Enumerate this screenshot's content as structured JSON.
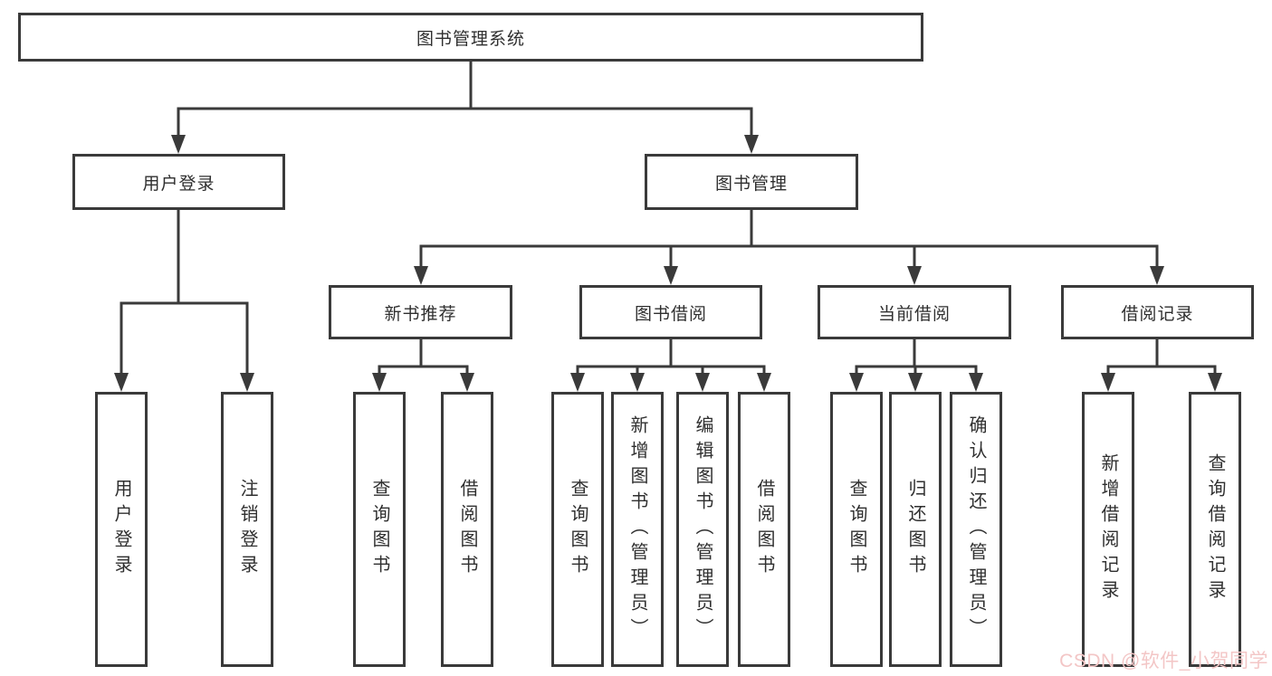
{
  "tree": {
    "root": {
      "label": "图书管理系统",
      "children": [
        {
          "label": "用户登录",
          "children": [
            {
              "label": "用户登录"
            },
            {
              "label": "注销登录"
            }
          ]
        },
        {
          "label": "图书管理",
          "children": [
            {
              "label": "新书推荐",
              "children": [
                {
                  "label": "查询图书"
                },
                {
                  "label": "借阅图书"
                }
              ]
            },
            {
              "label": "图书借阅",
              "children": [
                {
                  "label": "查询图书"
                },
                {
                  "label": "新增图书（管理员）"
                },
                {
                  "label": "编辑图书（管理员）"
                },
                {
                  "label": "借阅图书"
                }
              ]
            },
            {
              "label": "当前借阅",
              "children": [
                {
                  "label": "查询图书"
                },
                {
                  "label": "归还图书"
                },
                {
                  "label": "确认归还（管理员）"
                }
              ]
            },
            {
              "label": "借阅记录",
              "children": [
                {
                  "label": "新增借阅记录"
                },
                {
                  "label": "查询借阅记录"
                }
              ]
            }
          ]
        }
      ]
    }
  },
  "watermark": {
    "text": "CSDN @软件_小贺同学"
  },
  "colors": {
    "line": "#3a3a3a",
    "text": "#2f2f2f",
    "watermark": "#f3c6c6",
    "background": "#ffffff"
  }
}
